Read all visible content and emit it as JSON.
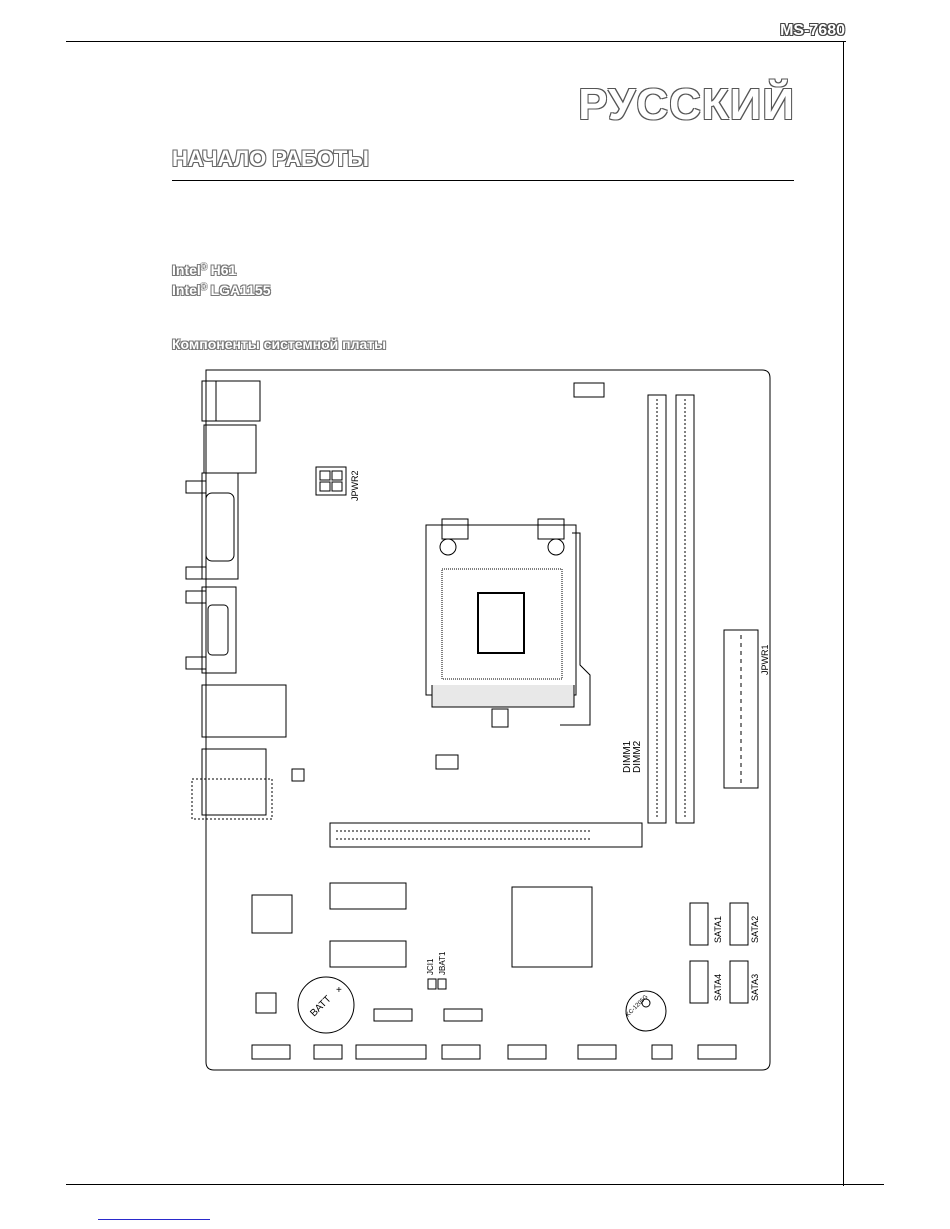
{
  "header": {
    "model": "MS-7680",
    "language": "РУССКИЙ"
  },
  "section_title": "НАЧАЛО РАБОТЫ",
  "specs": {
    "chipset_brand": "Intel",
    "chipset_model": "H61",
    "socket_brand": "Intel",
    "socket_model": "LGA1155"
  },
  "subheading": "Компоненты системной платы",
  "board_labels": {
    "jpwr2": "JPWR2",
    "jpwr1": "JPWR1",
    "dimm1": "DIMM1",
    "dimm2": "DIMM2",
    "sata1": "SATA1",
    "sata2": "SATA2",
    "sata3": "SATA3",
    "sata4": "SATA4",
    "jci1": "JCI1",
    "jbat1": "JBAT1",
    "batt": "BATT",
    "batt_plus": "+",
    "buzzer": "KC-1205G"
  }
}
